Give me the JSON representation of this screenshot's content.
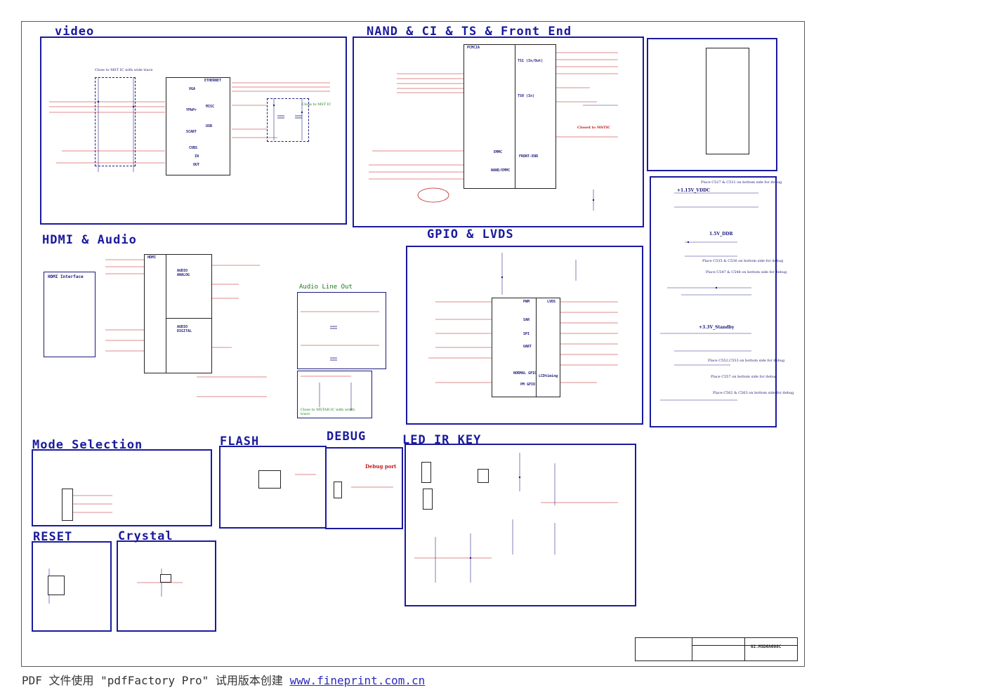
{
  "sections": {
    "video": "video",
    "nand": "NAND & CI & TS & Front End",
    "hdmi_audio": "HDMI & Audio",
    "gpio_lvds": "GPIO & LVDS",
    "mode_selection": "Mode Selection",
    "flash": "FLASH",
    "debug": "DEBUG",
    "led_ir_key": "LED IR KEY",
    "reset": "RESET",
    "crystal": "Crystal"
  },
  "video": {
    "note": "Close to MST IC with wide trace",
    "close_note": "Close to MST IC",
    "blocks": [
      "ETHERNET",
      "VGA",
      "MISC",
      "YPbPr",
      "SCART",
      "USB",
      "CVBS",
      "IN",
      "OUT"
    ]
  },
  "nand": {
    "chip": "PCMCIA",
    "blocks": [
      "TS1 (In/Out)",
      "TS0 (In)",
      "EMMC",
      "NAND/EMMC",
      "FRONT-END"
    ],
    "closed_note": "Closed to MSTIC"
  },
  "hdmi": {
    "interface": "HDMI Interface",
    "chip": "HDMI",
    "blocks": [
      "AUDIO ANALOG",
      "AUDIO DIGITAL"
    ],
    "audio_line_out": "Audio Line Out",
    "close_note": "Close to MSTAR IC with width trace"
  },
  "gpio": {
    "blocks": [
      "PWM",
      "SAR",
      "SPI",
      "UART",
      "NORMAL GPIO",
      "PM GPIO",
      "LVDS",
      "LCDtiming"
    ]
  },
  "power": {
    "vddc": "+1.15V_VDDC",
    "ddr": "1.5V_DDR",
    "standby": "+3.3V_Standby",
    "notes": [
      "Place C527 & C531 on bottom side for debug",
      "Place C535 & C536 on bottom side for debug",
      "Place C547 & C548 on bottom side for debug",
      "Place C552,C553 on bottom side for debug",
      "Place C557 on bottom side for debug",
      "Place C562 & C563 on bottom side for debug"
    ]
  },
  "debug": {
    "port": "Debug port"
  },
  "title_block": {
    "part": "02.MSD6A608C"
  },
  "footer": {
    "text": "PDF 文件使用 \"pdfFactory Pro\" 试用版本创建 ",
    "link": "www.fineprint.com.cn"
  }
}
